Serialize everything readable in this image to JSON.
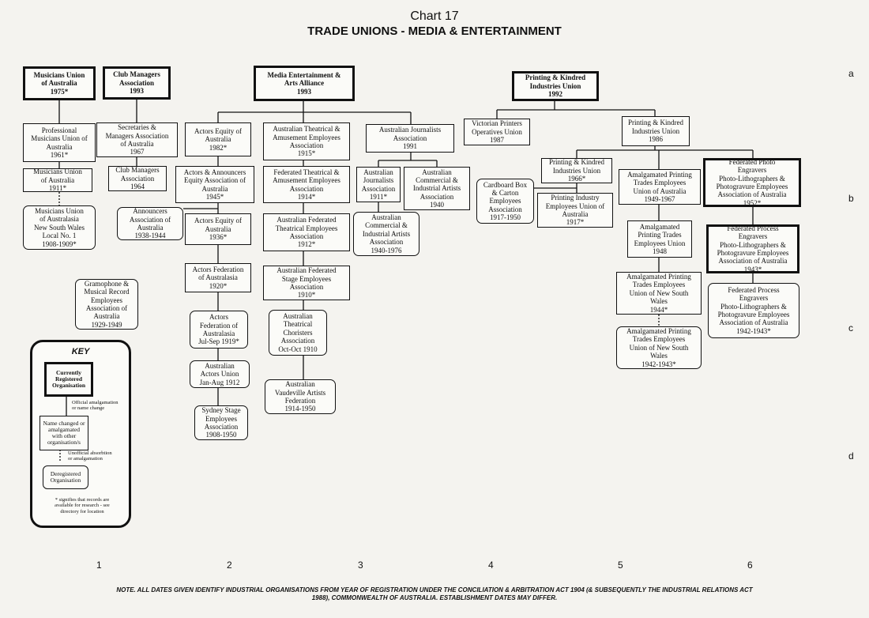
{
  "chart_title": "Chart 17",
  "chart_subtitle": "TRADE UNIONS - MEDIA & ENTERTAINMENT",
  "row_labels": [
    "a",
    "b",
    "c",
    "d"
  ],
  "column_labels": [
    "1",
    "2",
    "3",
    "4",
    "5",
    "6"
  ],
  "orgs": {
    "musicians_union": "Musicians Union\nof Australia\n1975*",
    "club_managers": "Club Managers\nAssociation\n1993",
    "meaa": "Media Entertainment &\nArts Alliance\n1993",
    "printing_kindred_1992": "Printing & Kindred\nIndustries Union\n1992",
    "professional_musicians": "Professional\nMusicians Union of\nAustralia\n1961*",
    "musicians_union_1911": "Musicians Union\nof Australia\n1911*",
    "musicians_nsw": "Musicians Union\nof Australasia\nNew South Wales\nLocal No. 1\n1908-1909*",
    "secretaries_managers": "Secretaries &\nManagers Association\nof Australia\n1967",
    "club_managers_1964": "Club Managers\nAssociation\n1964",
    "actors_equity_1982": "Actors Equity of\nAustralia\n1982*",
    "actors_announcers": "Actors & Announcers\nEquity Association of\nAustralia\n1945*",
    "announcers": "Announcers\nAssociation of\nAustralia\n1938-1944",
    "actors_equity_1936": "Actors Equity of\nAustralia\n1936*",
    "actors_federation_1920": "Actors Federation\nof Australasia\n1920*",
    "actors_federation_1919": "Actors\nFederation of\nAustralasia\nJul-Sep 1919*",
    "actors_union_1912": "Australian\nActors Union\nJan-Aug 1912",
    "sydney_stage": "Sydney Stage\nEmployees\nAssociation\n1908-1950",
    "gramophone": "Gramophone &\nMusical Record\nEmployees\nAssociation of\nAustralia\n1929-1949",
    "ataea": "Australian Theatrical &\nAmusement Employees\nAssociation\n1915*",
    "federated_theatrical": "Federated Theatrical &\nAmusement Employees\nAssociation\n1914*",
    "aus_fed_theatrical": "Australian Federated\nTheatrical Employees\nAssociation\n1912*",
    "aus_fed_stage": "Australian Federated\nStage Employees\nAssociation\n1910*",
    "theatrical_choristers": "Australian\nTheatrical\nChoristers\nAssociation\nOct-Oct 1910",
    "vaudeville": "Australian\nVaudeville Artists\nFederation\n1914-1950",
    "journalists_1991": "Australian Journalists\nAssociation\n1991",
    "journalists_1911": "Australian\nJournalists\nAssociation\n1911*",
    "commercial_artists_1940": "Australian\nCommercial &\nIndustrial Artists\nAssociation\n1940",
    "commercial_artists_1940_1976": "Australian\nCommercial &\nIndustrial Artists\nAssociation\n1940-1976",
    "victorian_printers": "Victorian Printers\nOperatives Union\n1987",
    "printing_kindred_1986": "Printing & Kindred\nIndustries Union\n1986",
    "cardboard_box": "Cardboard Box\n& Carton\nEmployees\nAssociation\n1917-1950",
    "printing_kindred_1966": "Printing & Kindred\nIndustries Union\n1966*",
    "printing_industry_1917": "Printing Industry\nEmployees Union of\nAustralia\n1917*",
    "amalg_printing_1949": "Amalgamated Printing\nTrades Employees\nUnion of Australia\n1949-1967",
    "amalg_printing_1948": "Amalgamated\nPrinting Trades\nEmployees Union\n1948",
    "amalg_printing_nsw_1944": "Amalgamated Printing\nTrades Employees\nUnion of New South\nWales\n1944*",
    "amalg_printing_nsw_1942": "Amalgamated Printing\nTrades Employees\nUnion of New South\nWales\n1942-1943*",
    "photo_engravers_1952": "Federated Photo\nEngravers\nPhoto-Lithographers &\nPhotogravure Employees\nAssociation of Australia\n1952*",
    "process_engravers_1943": "Federated Process\nEngravers\nPhoto-Lithographers &\nPhotogravure Employees\nAssociation of Australia\n1943*",
    "process_engravers_1942": "Federated Process\nEngravers\nPhoto-Lithographers &\nPhotogravure Employees\nAssociation of Australia\n1942-1943*"
  },
  "key": {
    "title": "KEY",
    "current": "Currently\nRegistered\nOrganisation",
    "official": "Official amalgamation\nor name change",
    "changed": "Name changed or\namalgamated\nwith other\norganisation/s",
    "unofficial": "Unofficial absorbtion\nor amalgamation",
    "dereg": "Deregistered\nOrganisation",
    "asterisk": "* signifies that records are\navailable for research - see\ndirectory for location"
  },
  "note": "NOTE. ALL DATES GIVEN IDENTIFY INDUSTRIAL ORGANISATIONS FROM YEAR OF REGISTRATION UNDER THE CONCILIATION & ARBITRATION ACT 1904 (& SUBSEQUENTLY THE INDUSTRIAL RELATIONS ACT 1988), COMMONWEALTH OF AUSTRALIA. ESTABLISHMENT DATES MAY DIFFER."
}
